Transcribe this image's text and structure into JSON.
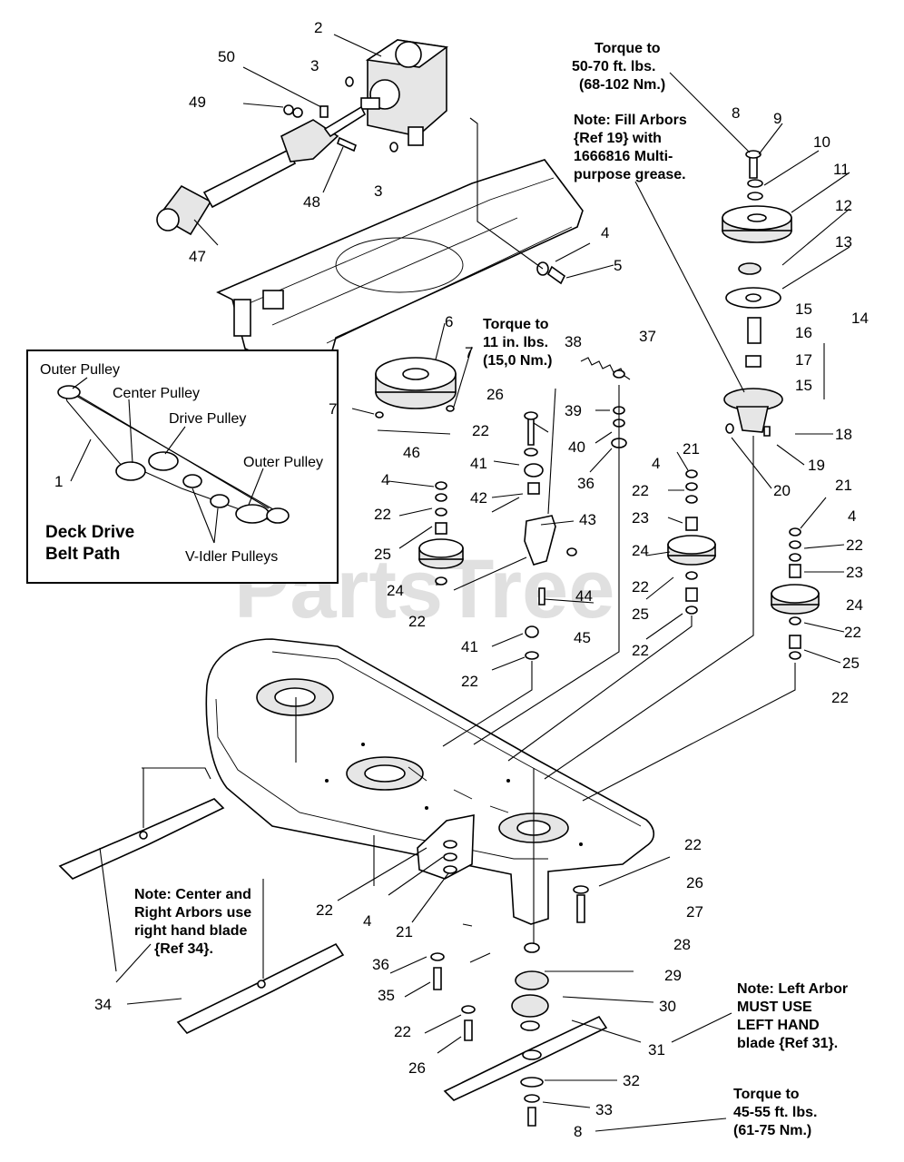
{
  "watermark": "PartsTree",
  "inset": {
    "title_line1": "Deck Drive",
    "title_line2": "Belt Path",
    "labels": {
      "outer_pulley_left": "Outer Pulley",
      "center_pulley": "Center Pulley",
      "drive_pulley": "Drive Pulley",
      "outer_pulley_right": "Outer Pulley",
      "v_idler": "V-Idler Pulleys",
      "belt_ref": "1"
    }
  },
  "notes": {
    "torque_top_1": "Torque to",
    "torque_top_2": "50-70 ft. lbs.",
    "torque_top_3": "(68-102 Nm.)",
    "fill_1": "Note: Fill Arbors",
    "fill_2": "{Ref 19} with",
    "fill_3": "1666816 Multi-",
    "fill_4": "purpose grease.",
    "torque_mid_1": "Torque to",
    "torque_mid_2": "11 in. lbs.",
    "torque_mid_3": "(15,0 Nm.)",
    "center_1": "Note: Center and",
    "center_2": "Right Arbors use",
    "center_3": "right hand blade",
    "center_4": "{Ref 34}.",
    "left_1": "Note: Left Arbor",
    "left_2": "MUST  USE",
    "left_3": "LEFT HAND",
    "left_4": "blade {Ref 31}.",
    "torque_bot_1": "Torque to",
    "torque_bot_2": "45-55 ft. lbs.",
    "torque_bot_3": "(61-75 Nm.)"
  },
  "refs": {
    "r2": "2",
    "r50": "50",
    "r3a": "3",
    "r49": "49",
    "r48": "48",
    "r3b": "3",
    "r47": "47",
    "r4a": "4",
    "r5": "5",
    "r6": "6",
    "r7a": "7",
    "r7b": "7",
    "r8a": "8",
    "r9": "9",
    "r10": "10",
    "r11": "11",
    "r12": "12",
    "r13": "13",
    "r14": "14",
    "r15a": "15",
    "r16": "16",
    "r17": "17",
    "r15b": "15",
    "r18": "18",
    "r19": "19",
    "r20": "20",
    "r38": "38",
    "r37": "37",
    "r26a": "26",
    "r39": "39",
    "r22a": "22",
    "r40": "40",
    "r41a": "41",
    "r36a": "36",
    "r42": "42",
    "r46": "46",
    "r4b": "4",
    "r22b": "22",
    "r25a": "25",
    "r24a": "24",
    "r22c": "22",
    "r43": "43",
    "r44": "44",
    "r45": "45",
    "r41b": "41",
    "r22d": "22",
    "r4c": "4",
    "r21a": "21",
    "r22e": "22",
    "r23a": "23",
    "r24b": "24",
    "r22f": "22",
    "r25b": "25",
    "r22g": "22",
    "r21b": "21",
    "r4d": "4",
    "r22h": "22",
    "r23b": "23",
    "r24c": "24",
    "r22i": "22",
    "r25c": "25",
    "r22j": "22",
    "r22k": "22",
    "r26b": "26",
    "r27": "27",
    "r28": "28",
    "r29": "29",
    "r30": "30",
    "r31": "31",
    "r32": "32",
    "r33": "33",
    "r8b": "8",
    "r22l": "22",
    "r4e": "4",
    "r21c": "21",
    "r36b": "36",
    "r35": "35",
    "r22m": "22",
    "r26c": "26",
    "r34": "34"
  }
}
